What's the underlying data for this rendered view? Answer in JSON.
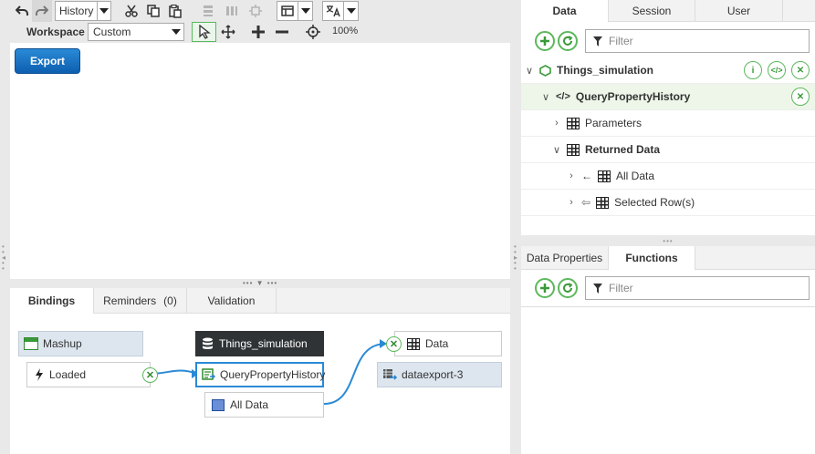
{
  "toolbar": {
    "history_label": "History",
    "workspace_label": "Workspace",
    "workspace_value": "Custom",
    "zoom": "100%"
  },
  "canvas": {
    "export_label": "Export"
  },
  "bottom_tabs": {
    "bindings": "Bindings",
    "reminders": "Reminders",
    "reminders_count": "(0)",
    "validation": "Validation"
  },
  "bindings": {
    "mashup": "Mashup",
    "loaded": "Loaded",
    "things_simulation": "Things_simulation",
    "query": "QueryPropertyHistory",
    "all_data": "All Data",
    "data": "Data",
    "dataexport": "dataexport-3"
  },
  "right_tabs": {
    "data": "Data",
    "session": "Session",
    "user": "User"
  },
  "filter_placeholder": "Filter",
  "tree": {
    "things_simulation": "Things_simulation",
    "query": "QueryPropertyHistory",
    "parameters": "Parameters",
    "returned_data": "Returned Data",
    "all_data": "All Data",
    "selected_rows": "Selected Row(s)"
  },
  "lower_tabs": {
    "data_properties": "Data Properties",
    "functions": "Functions"
  },
  "colors": {
    "accent_blue": "#2a8ad6",
    "green": "#5cb85c",
    "dark_node": "#2f3336"
  }
}
